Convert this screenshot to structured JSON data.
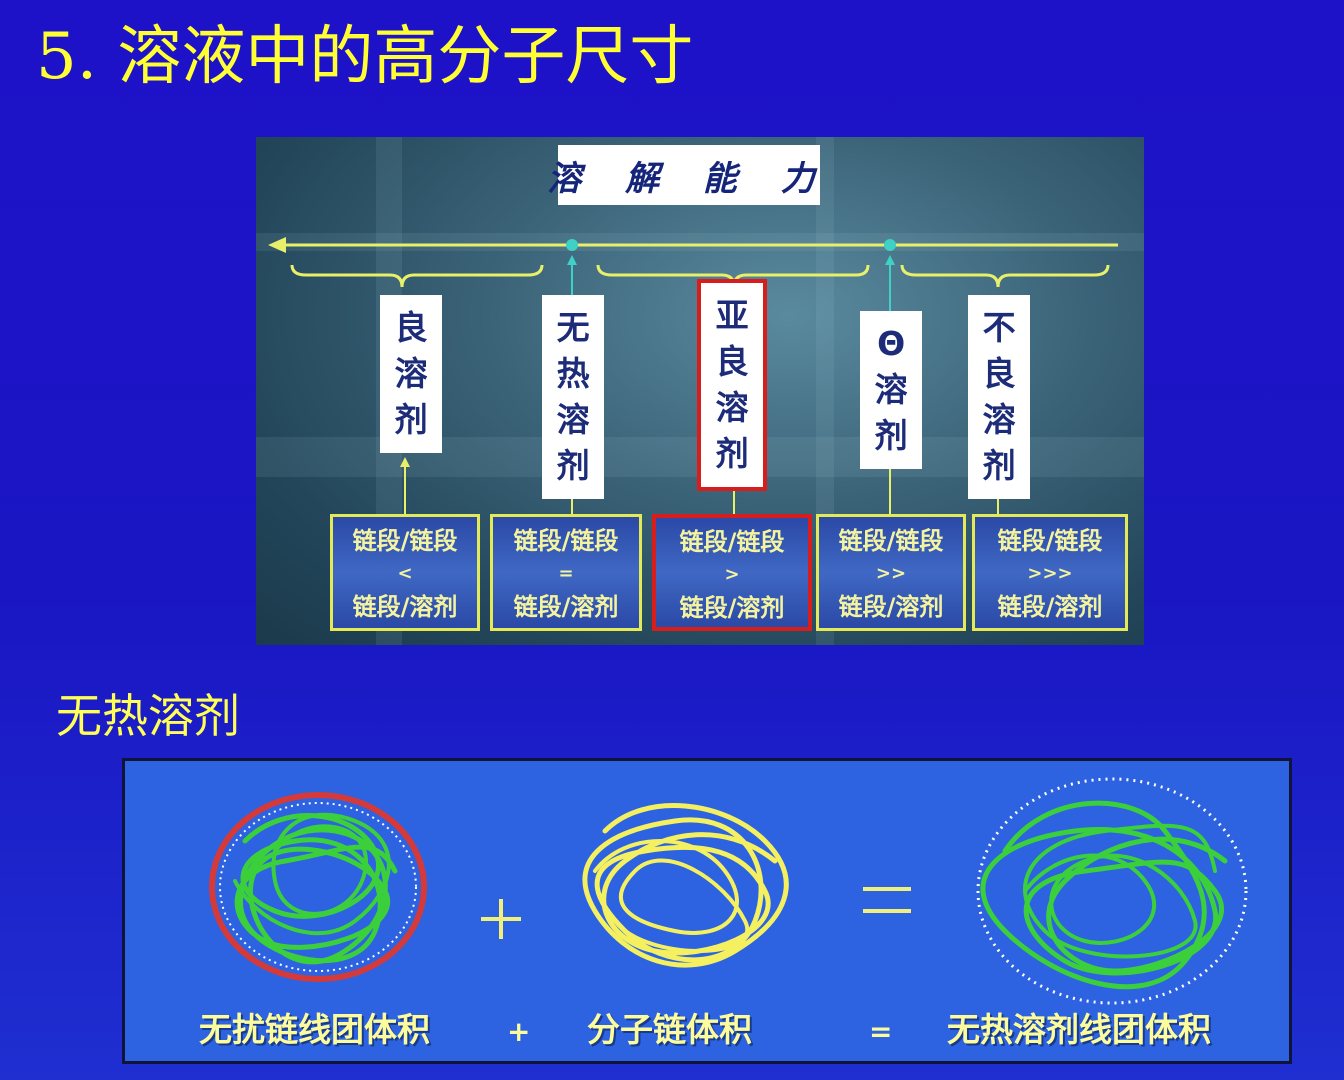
{
  "slide": {
    "title": "5. 溶液中的高分子尺寸",
    "subsection_title": "无热溶剂"
  },
  "solvent_figure": {
    "title": "溶 解 能 力",
    "solvents": [
      {
        "label": "良\n溶\n剂"
      },
      {
        "label": "无\n热\n溶\n剂"
      },
      {
        "label": "亚\n良\n溶\n剂",
        "highlighted": true
      },
      {
        "label": "Θ\n溶\n剂"
      },
      {
        "label": "不\n良\n溶\n剂"
      }
    ],
    "ratios": [
      {
        "top": "链段/链段",
        "op": "<",
        "bottom": "链段/溶剂"
      },
      {
        "top": "链段/链段",
        "op": "=",
        "bottom": "链段/溶剂"
      },
      {
        "top": "链段/链段",
        "op": ">",
        "bottom": "链段/溶剂",
        "highlighted": true
      },
      {
        "top": "链段/链段",
        "op": ">>",
        "bottom": "链段/溶剂"
      },
      {
        "top": "链段/链段",
        "op": ">>>",
        "bottom": "链段/溶剂"
      }
    ]
  },
  "volume_figure": {
    "captions": {
      "unperturbed": "无扰链线团体积",
      "plus": "+",
      "chain_volume": "分子链体积",
      "equals": "=",
      "athermal": "无热溶剂线团体积"
    },
    "symbols": {
      "plus": "+",
      "equals": "="
    }
  },
  "colors": {
    "slide_background": "#1e12c8",
    "title_text": "#ffff33",
    "axis_line": "#e8f06a",
    "highlight_border": "#d81d1d",
    "green_chain": "#3ccf3c",
    "yellow_chain": "#f4f060",
    "red_circle": "#d43a3a"
  }
}
